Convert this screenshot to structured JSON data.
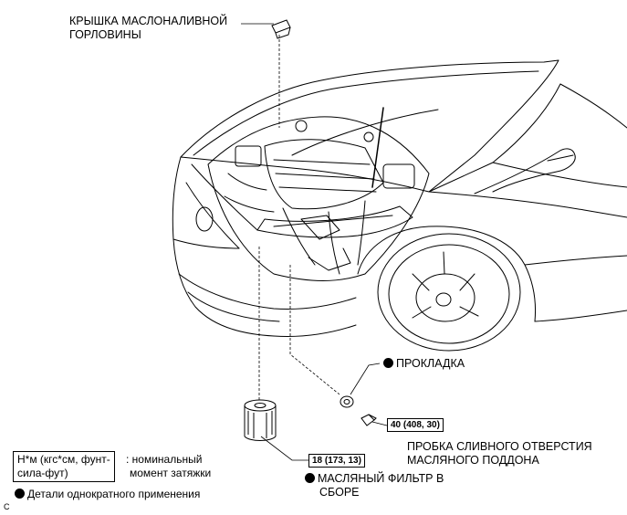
{
  "labels": {
    "oil_filler_cap": {
      "line1": "КРЫШКА МАСЛОНАЛИВНОЙ",
      "line2": "ГОРЛОВИНЫ"
    },
    "gasket": "ПРОКЛАДКА",
    "drain_plug": {
      "line1": "ПРОБКА СЛИВНОГО ОТВЕРСТИЯ",
      "line2": "МАСЛЯНОГО ПОДДОНА"
    },
    "oil_filter": {
      "line1": "МАСЛЯНЫЙ ФИЛЬТР В",
      "line2": "СБОРЕ"
    }
  },
  "torque": {
    "drain_plug": "40 (408, 30)",
    "oil_filter": "18 (173, 13)"
  },
  "legend": {
    "unit_line1": "Н*м (кгс*см, фунт-",
    "unit_line2": "сила-фут)",
    "unit_desc_line1": ": номинальный",
    "unit_desc_line2": "момент затяжки",
    "single_use": "Детали однократного применения"
  },
  "corner_mark": "C"
}
